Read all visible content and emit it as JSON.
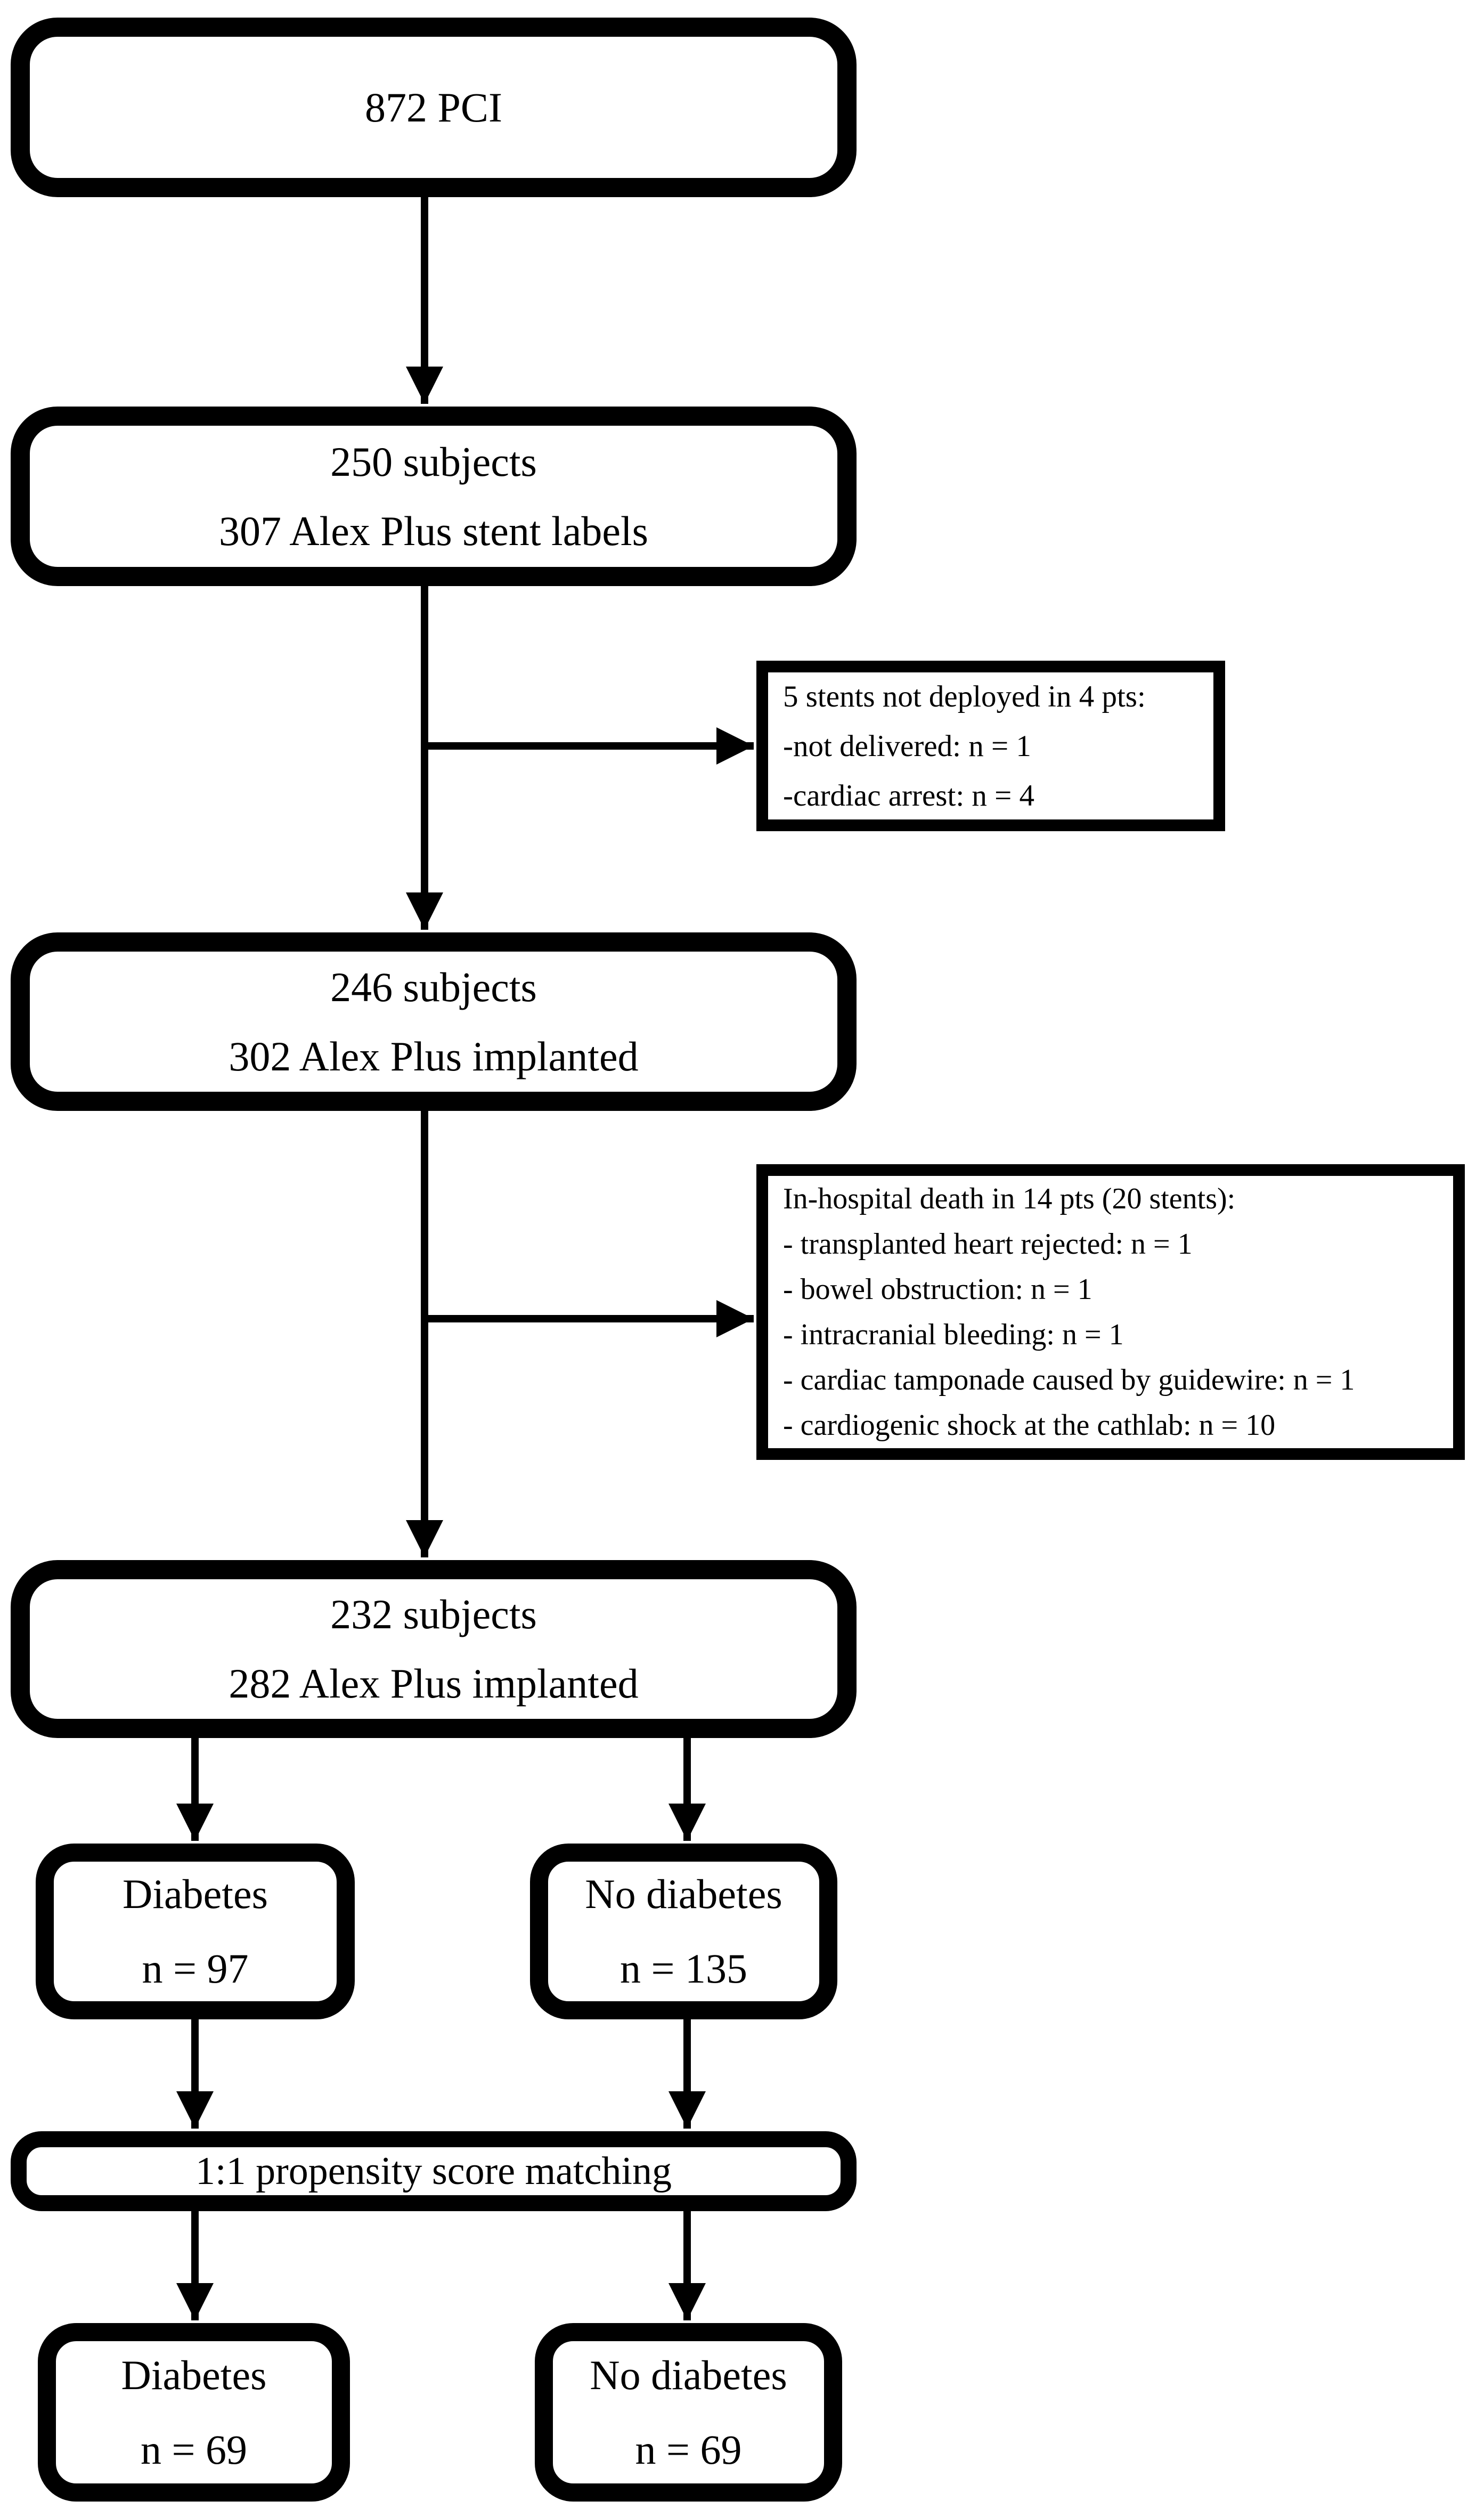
{
  "figure": {
    "type": "flowchart",
    "background_color": "#ffffff",
    "line_color": "#000000",
    "boxes": {
      "pci": {
        "lines": [
          "872 PCI"
        ]
      },
      "enrolled": {
        "lines": [
          "250 subjects",
          "307 Alex Plus stent labels"
        ]
      },
      "not_deployed": {
        "lines": [
          "5 stents not deployed in 4 pts:",
          "-not delivered: n = 1",
          "-cardiac arrest: n = 4"
        ]
      },
      "deployed": {
        "lines": [
          "246 subjects",
          "302 Alex Plus implanted"
        ]
      },
      "in_hospital_death": {
        "lines": [
          "In-hospital death in 14 pts (20 stents):",
          "- transplanted heart rejected: n = 1",
          "- bowel obstruction: n = 1",
          "- intracranial bleeding: n = 1",
          "- cardiac tamponade caused by guidewire: n = 1",
          "- cardiogenic shock at the cathlab: n = 10"
        ]
      },
      "analyzed": {
        "lines": [
          "232 subjects",
          "282 Alex Plus implanted"
        ]
      },
      "diabetes_unmatched": {
        "lines": [
          "Diabetes",
          "n = 97"
        ]
      },
      "no_diabetes_unmatched": {
        "lines": [
          "No diabetes",
          "n = 135"
        ]
      },
      "matching": {
        "lines": [
          "1:1 propensity score matching"
        ]
      },
      "diabetes_matched": {
        "lines": [
          "Diabetes",
          "n = 69"
        ]
      },
      "no_diabetes_matched": {
        "lines": [
          "No diabetes",
          "n = 69"
        ]
      }
    }
  }
}
